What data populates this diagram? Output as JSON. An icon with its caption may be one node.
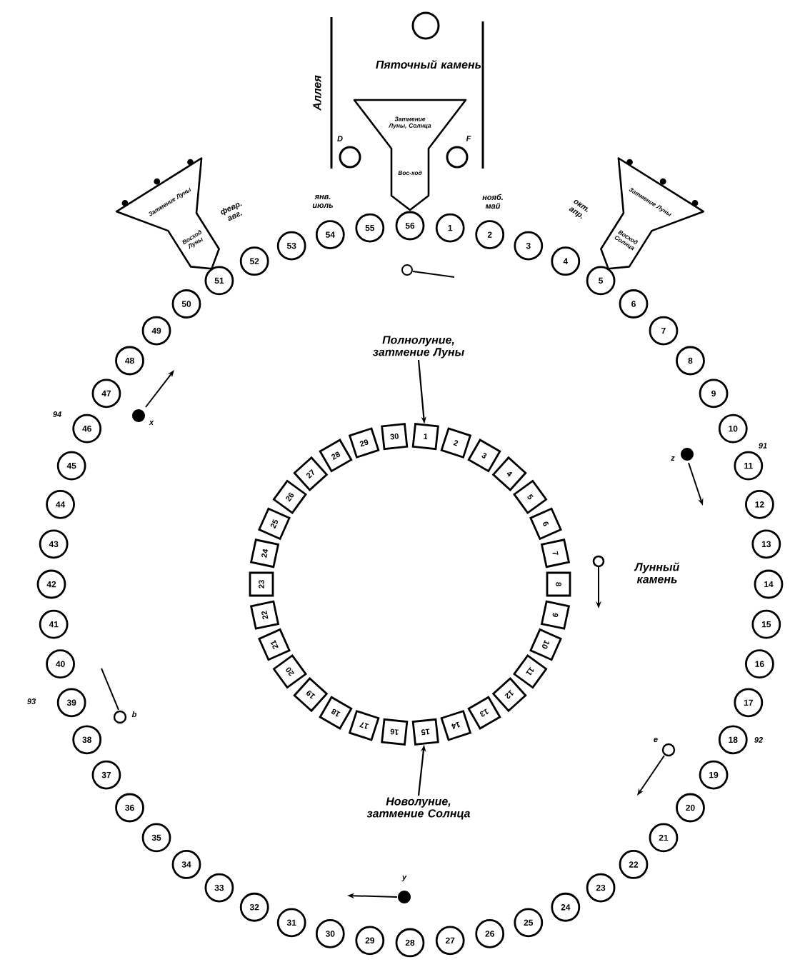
{
  "diagram": {
    "nodes": [
      {
        "text": [
          "Затмение Луны",
          "Восход Луны"
        ]
      },
      {
        "text": [
          "Затмение Луны, Солнца",
          "Вос-ход"
        ]
      },
      {
        "text": [
          "Затмение Луны",
          "Восход Солнца"
        ]
      },
      {
        "text": [
          "1"
        ]
      },
      {
        "text": [
          "2"
        ]
      },
      {
        "text": [
          "3"
        ]
      },
      {
        "text": [
          "4"
        ]
      },
      {
        "text": [
          "5"
        ]
      },
      {
        "text": [
          "6"
        ]
      },
      {
        "text": [
          "7"
        ]
      },
      {
        "text": [
          "8"
        ]
      },
      {
        "text": [
          "9"
        ]
      },
      {
        "text": [
          "10"
        ]
      },
      {
        "text": [
          "11"
        ]
      },
      {
        "text": [
          "12"
        ]
      },
      {
        "text": [
          "13"
        ]
      },
      {
        "text": [
          "14"
        ]
      },
      {
        "text": [
          "15"
        ]
      },
      {
        "text": [
          "16"
        ]
      },
      {
        "text": [
          "17"
        ]
      },
      {
        "text": [
          "18"
        ]
      },
      {
        "text": [
          "19"
        ]
      },
      {
        "text": [
          "20"
        ]
      },
      {
        "text": [
          "21"
        ]
      },
      {
        "text": [
          "22"
        ]
      },
      {
        "text": [
          "23"
        ]
      },
      {
        "text": [
          "24"
        ]
      },
      {
        "text": [
          "25"
        ]
      },
      {
        "text": [
          "26"
        ]
      },
      {
        "text": [
          "27"
        ]
      },
      {
        "text": [
          "28"
        ]
      },
      {
        "text": [
          "29"
        ]
      },
      {
        "text": [
          "30"
        ]
      },
      {
        "text": [
          "31"
        ]
      },
      {
        "text": [
          "32"
        ]
      },
      {
        "text": [
          "33"
        ]
      },
      {
        "text": [
          "34"
        ]
      },
      {
        "text": [
          "35"
        ]
      },
      {
        "text": [
          "36"
        ]
      },
      {
        "text": [
          "37"
        ]
      },
      {
        "text": [
          "38"
        ]
      },
      {
        "text": [
          "39"
        ]
      },
      {
        "text": [
          "40"
        ]
      },
      {
        "text": [
          "41"
        ]
      },
      {
        "text": [
          "42"
        ]
      },
      {
        "text": [
          "43"
        ]
      },
      {
        "text": [
          "44"
        ]
      },
      {
        "text": [
          "45"
        ]
      },
      {
        "text": [
          "46"
        ]
      },
      {
        "text": [
          "47"
        ]
      },
      {
        "text": [
          "48"
        ]
      },
      {
        "text": [
          "49"
        ]
      },
      {
        "text": [
          "50"
        ]
      },
      {
        "text": [
          "51"
        ]
      },
      {
        "text": [
          "52"
        ]
      },
      {
        "text": [
          "53"
        ]
      },
      {
        "text": [
          "54"
        ]
      },
      {
        "text": [
          "55"
        ]
      },
      {
        "text": [
          "56"
        ]
      },
      {
        "text": [
          "1"
        ]
      },
      {
        "text": [
          "2"
        ]
      },
      {
        "text": [
          "3"
        ]
      },
      {
        "text": [
          "4"
        ]
      },
      {
        "text": [
          "5"
        ]
      },
      {
        "text": [
          "6"
        ]
      },
      {
        "text": [
          "7"
        ]
      },
      {
        "text": [
          "8"
        ]
      },
      {
        "text": [
          "9"
        ]
      },
      {
        "text": [
          "10"
        ]
      },
      {
        "text": [
          "11"
        ]
      },
      {
        "text": [
          "12"
        ]
      },
      {
        "text": [
          "13"
        ]
      },
      {
        "text": [
          "14"
        ]
      },
      {
        "text": [
          "15"
        ]
      },
      {
        "text": [
          "16"
        ]
      },
      {
        "text": [
          "17"
        ]
      },
      {
        "text": [
          "18"
        ]
      },
      {
        "text": [
          "19"
        ]
      },
      {
        "text": [
          "20"
        ]
      },
      {
        "text": [
          "21"
        ]
      },
      {
        "text": [
          "22"
        ]
      },
      {
        "text": [
          "23"
        ]
      },
      {
        "text": [
          "24"
        ]
      },
      {
        "text": [
          "25"
        ]
      },
      {
        "text": [
          "26"
        ]
      },
      {
        "text": [
          "27"
        ]
      },
      {
        "text": [
          "28"
        ]
      },
      {
        "text": [
          "29"
        ]
      },
      {
        "text": [
          "30"
        ]
      },
      {
        "text": [
          "Полнолуние, затмение Луны"
        ]
      },
      {
        "text": [
          "Новолуние, затмение Солнца"
        ]
      },
      {
        "text": [
          "Пяточный камень"
        ]
      },
      {
        "text": [
          "D"
        ]
      },
      {
        "text": [
          "F"
        ]
      }
    ],
    "edges": [
      {
        "from": 89,
        "to": 59,
        "arrow": "to"
      },
      {
        "from": 90,
        "to": 73,
        "arrow": "to"
      }
    ],
    "labels": [
      "Аллея",
      "февр. авг.",
      "янв. июль",
      "нояб. май",
      "окт. апр.",
      "94",
      "x",
      "z",
      "91",
      "Лунный камень",
      "b",
      "93",
      "e",
      "92",
      "y"
    ]
  }
}
